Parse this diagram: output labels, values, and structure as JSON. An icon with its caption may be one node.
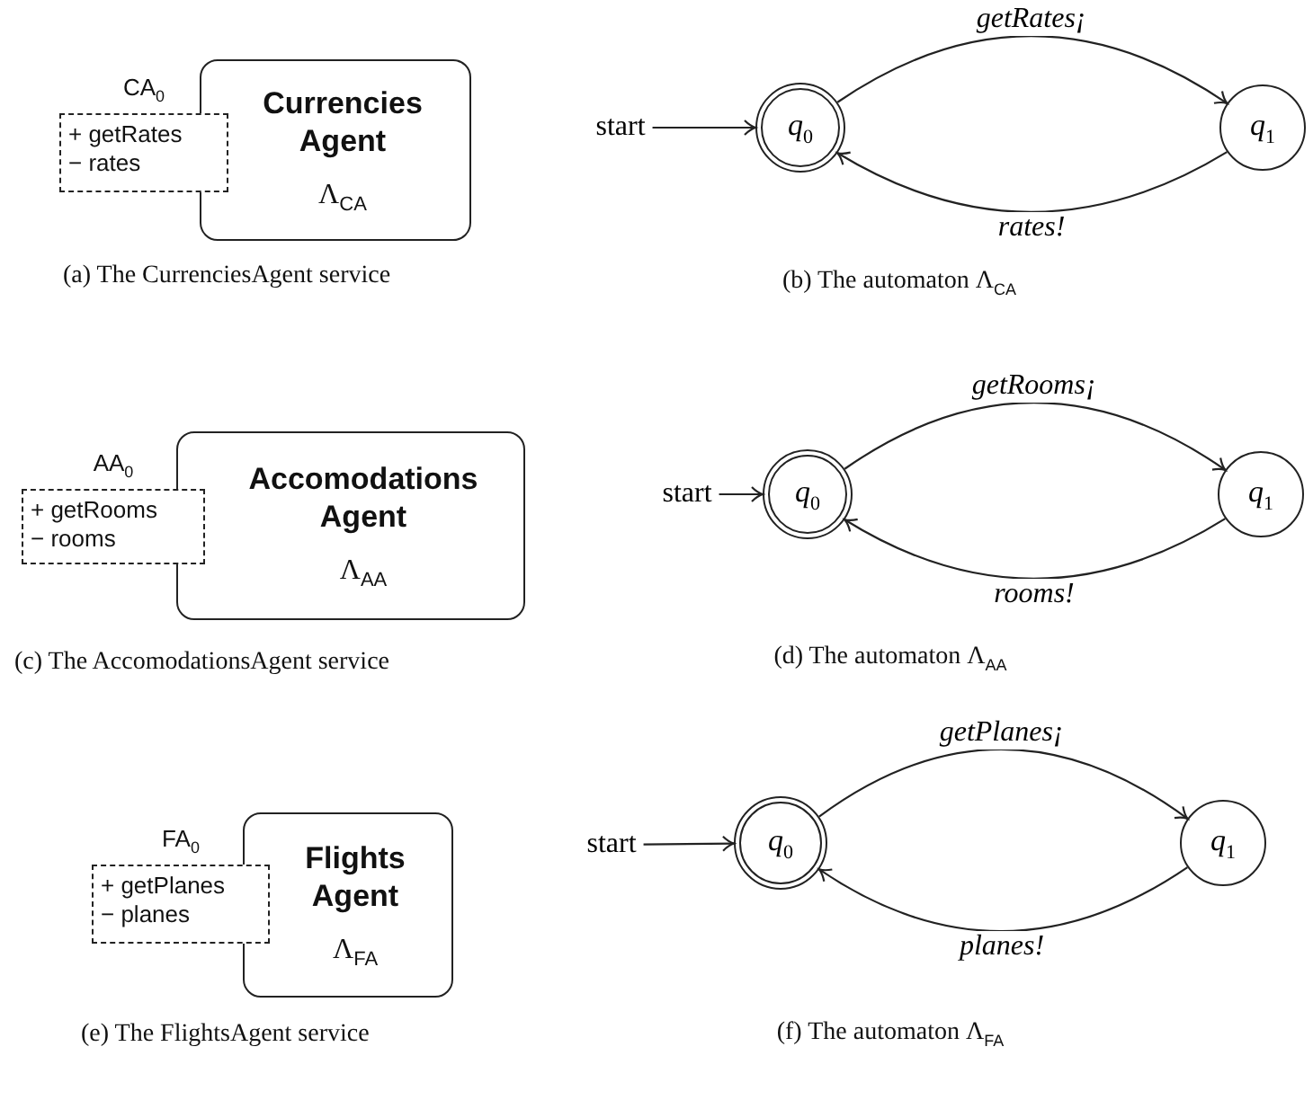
{
  "diagram": {
    "nodes": [
      {
        "text": [
          "Currencies Agent",
          "Λ$_{CA}$"
        ]
      },
      {
        "text": [
          "CA$_{0}$",
          "+ getRates",
          "− rates"
        ]
      },
      {
        "text": [
          "start"
        ]
      },
      {
        "text": [
          "q$_{0}$"
        ]
      },
      {
        "text": [
          "q$_{1}$"
        ]
      },
      {
        "text": [
          "Accomodations Agent",
          "Λ$_{AA}$"
        ]
      },
      {
        "text": [
          "AA$_{0}$",
          "+ getRooms",
          "− rooms"
        ]
      },
      {
        "text": [
          "start"
        ]
      },
      {
        "text": [
          "q$_{0}$"
        ]
      },
      {
        "text": [
          "q$_{1}$"
        ]
      },
      {
        "text": [
          "Flights Agent",
          "Λ$_{FA}$"
        ]
      },
      {
        "text": [
          "FA$_{0}$",
          "+ getPlanes",
          "− planes"
        ]
      },
      {
        "text": [
          "start"
        ]
      },
      {
        "text": [
          "q$_{0}$"
        ]
      },
      {
        "text": [
          "q$_{1}$"
        ]
      }
    ],
    "edges": [
      {
        "from": 2,
        "to": 3,
        "arrow": "to"
      },
      {
        "from": 3,
        "to": 4,
        "arrow": "to",
        "label": "getRates¡"
      },
      {
        "from": 4,
        "to": 3,
        "arrow": "to",
        "label": "rates!"
      },
      {
        "from": 7,
        "to": 8,
        "arrow": "to"
      },
      {
        "from": 8,
        "to": 9,
        "arrow": "to",
        "label": "getRooms¡"
      },
      {
        "from": 9,
        "to": 8,
        "arrow": "to",
        "label": "rooms!"
      },
      {
        "from": 12,
        "to": 13,
        "arrow": "to"
      },
      {
        "from": 13,
        "to": 14,
        "arrow": "to",
        "label": "getPlanes¡"
      },
      {
        "from": 14,
        "to": 13,
        "arrow": "to",
        "label": "planes!"
      }
    ],
    "labels": [
      "(a) The CurrenciesAgent service",
      "(b) The automaton Λ$_{CA}$",
      "(c) The AccomodationsAgent service",
      "(d) The automaton Λ$_{AA}$",
      "(e) The FlightsAgent service",
      "(f) The automaton Λ$_{FA}$"
    ]
  }
}
